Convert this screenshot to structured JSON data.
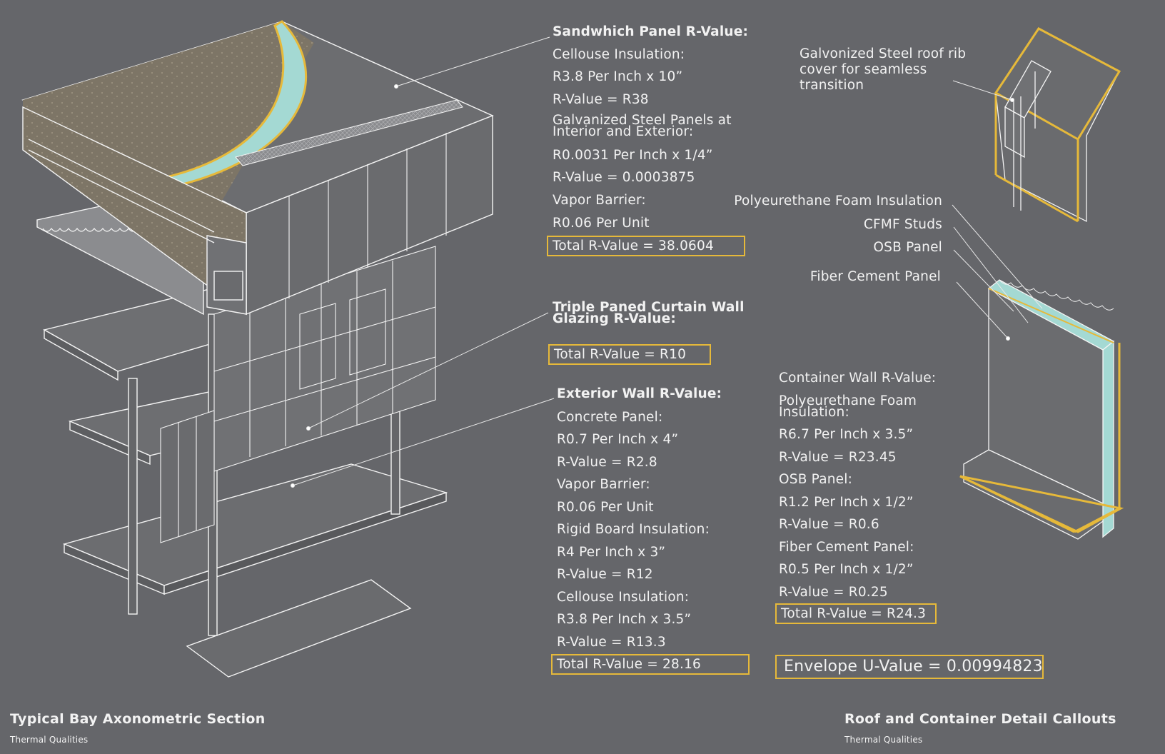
{
  "colors": {
    "background": "#65666a",
    "accent_yellow": "#e6b93a",
    "insulation_teal": "#a4d9d3",
    "roof_texture": "#7d7566"
  },
  "sandwich_panel": {
    "heading": "Sandwhich Panel R-Value:",
    "lines": [
      "Cellouse Insulation:",
      "R3.8 Per Inch x 10”",
      "R-Value = R38",
      "Galvanized Steel Panels at Interior and Exterior:",
      "R0.0031 Per Inch x 1/4”",
      "R-Value = 0.0003875",
      "Vapor Barrier:",
      "R0.06 Per Unit"
    ],
    "total": "Total R-Value = 38.0604"
  },
  "curtain_wall": {
    "heading": "Triple Paned Curtain Wall Glazing R-Value:",
    "total": "Total R-Value = R10"
  },
  "exterior_wall": {
    "heading": "Exterior Wall R-Value:",
    "lines": [
      "Concrete Panel:",
      "R0.7 Per Inch x 4”",
      "R-Value = R2.8",
      "Vapor Barrier:",
      "R0.06 Per Unit",
      "Rigid Board Insulation:",
      "R4 Per Inch x 3”",
      "R-Value = R12",
      "Cellouse Insulation:",
      "R3.8 Per Inch x 3.5”",
      "R-Value = R13.3"
    ],
    "total": "Total R-Value = 28.16"
  },
  "roof_rib_callout": "Galvonized Steel roof rib cover for seamless transition",
  "wall_layers": [
    "Polyeurethane Foam Insulation",
    "CFMF Studs",
    "OSB Panel",
    "Fiber Cement Panel"
  ],
  "container_wall": {
    "heading": "Container Wall R-Value:",
    "lines": [
      "Polyeurethane Foam Insulation:",
      "R6.7 Per Inch x 3.5”",
      "R-Value = R23.45",
      "OSB Panel:",
      "R1.2 Per Inch x 1/2”",
      "R-Value = R0.6",
      "Fiber Cement Panel:",
      "R0.5 Per Inch x 1/2”",
      "R-Value = R0.25"
    ],
    "total": "Total R-Value = R24.3"
  },
  "envelope": "Envelope U-Value = 0.00994823",
  "captions": {
    "left_title": "Typical Bay Axonometric Section",
    "left_sub": "Thermal Qualities",
    "right_title": "Roof and Container Detail Callouts",
    "right_sub": "Thermal Qualities"
  }
}
